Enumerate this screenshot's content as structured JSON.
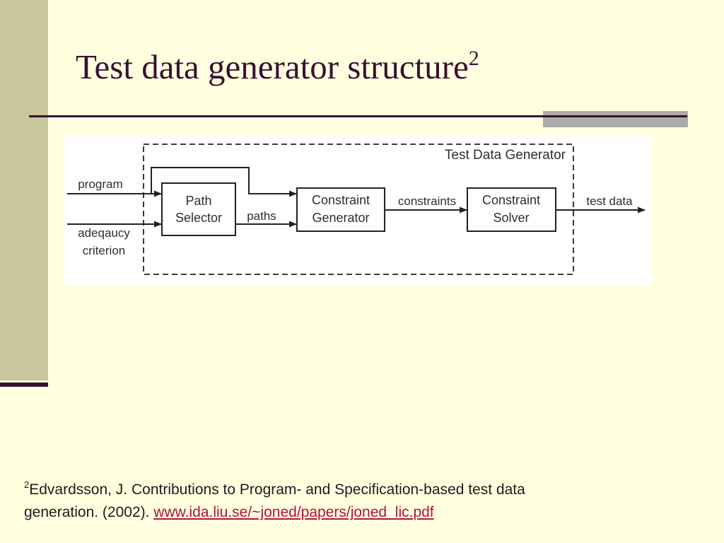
{
  "slide": {
    "title": "Test data generator structure",
    "title_superscript": "2"
  },
  "diagram": {
    "container_label": "Test Data Generator",
    "inputs": {
      "program": "program",
      "adequacy_line1": "adeqaucy",
      "adequacy_line2": "criterion"
    },
    "boxes": {
      "path_selector": {
        "line1": "Path",
        "line2": "Selector"
      },
      "constraint_generator": {
        "line1": "Constraint",
        "line2": "Generator"
      },
      "constraint_solver": {
        "line1": "Constraint",
        "line2": "Solver"
      }
    },
    "edge_labels": {
      "paths": "paths",
      "constraints": "constraints",
      "output": "test data"
    }
  },
  "footnote": {
    "superscript": "2",
    "line1": "Edvardsson, J. Contributions to Program- and Specification-based test data",
    "line2_prefix": "generation. (2002). ",
    "link": "www.ida.liu.se/~joned/papers/joned_lic.pdf"
  },
  "colors": {
    "background": "#ffffe0",
    "sidebar_stripe": "#c8c79d",
    "accent_dark_purple": "#3b1033",
    "title_text": "#3a1033",
    "rule_gray": "#ababab",
    "panel_background": "#ffffff",
    "diagram_ink": "#222222",
    "footnote_text": "#1c1c1c",
    "link": "#b01240"
  }
}
